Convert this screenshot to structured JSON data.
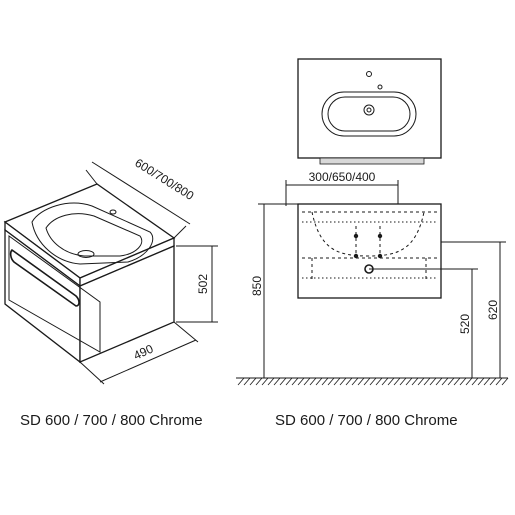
{
  "left_view": {
    "width_label": "600/700/800",
    "height_label": "502",
    "depth_label": "490",
    "caption": "SD 600 / 700 / 800 Chrome"
  },
  "right_view": {
    "basin_width_label": "300/650/400",
    "total_height_label": "850",
    "drain_height_label": "520",
    "pipe_height_label": "620",
    "caption": "SD 600 / 700 / 800 Chrome"
  }
}
